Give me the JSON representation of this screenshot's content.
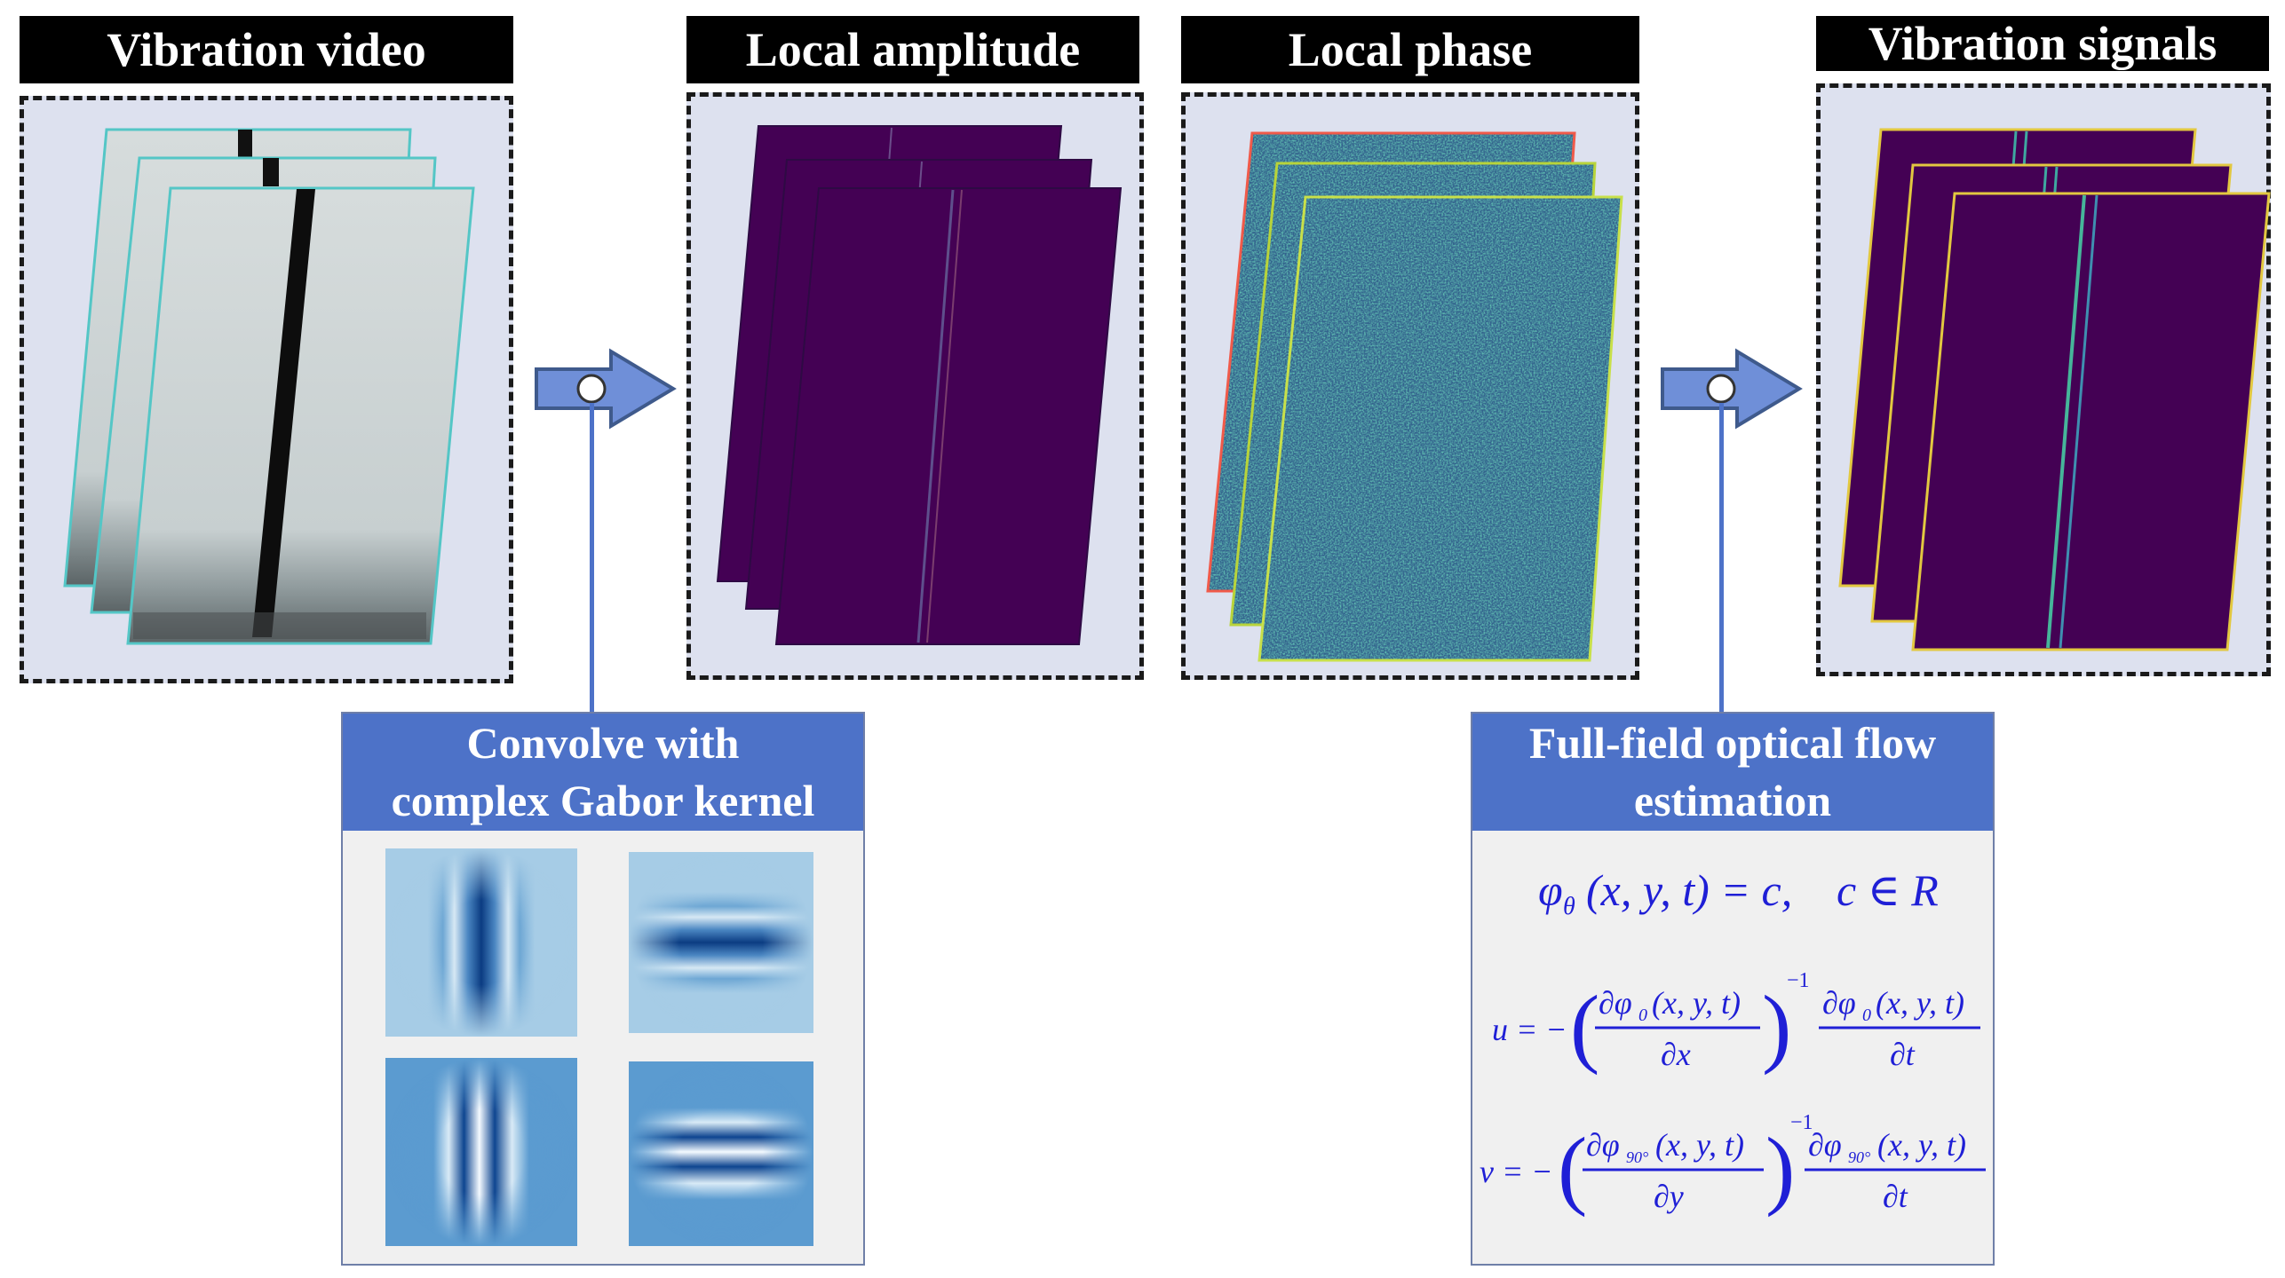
{
  "stages": [
    {
      "id": "video",
      "title": "Vibration video"
    },
    {
      "id": "amplitude",
      "title": "Local amplitude"
    },
    {
      "id": "phase",
      "title": "Local phase"
    },
    {
      "id": "signals",
      "title": "Vibration signals"
    }
  ],
  "callouts": {
    "gabor": {
      "line1": "Convolve with",
      "line2": "complex Gabor kernel"
    },
    "optical_flow": {
      "line1": "Full-field optical flow",
      "line2": "estimation"
    }
  },
  "colors": {
    "panel_bg": "#dde1ef",
    "title_bg": "#000000",
    "callout_head": "#4d72c8",
    "arrow": "#6f8fd8",
    "viridis_dark": "#440154",
    "equation": "#1f1fd6"
  }
}
